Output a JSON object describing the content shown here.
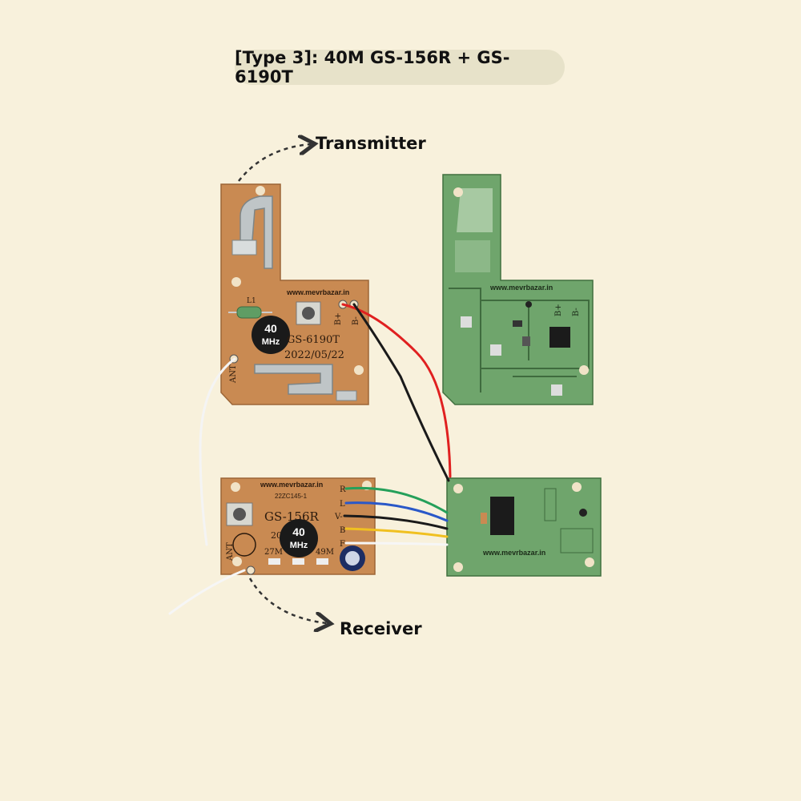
{
  "title": "[Type 3]: 40M GS-156R + GS-6190T",
  "labels": {
    "transmitter": "Transmitter",
    "receiver": "Receiver"
  },
  "transmitter_board": {
    "watermark": "www.mevrbazar.in",
    "inductor": "L1",
    "crystal_freq": "40",
    "crystal_unit": "MHz",
    "model": "GS-6190T",
    "date": "2022/05/22",
    "antenna_pad": "ANT",
    "pad_b_plus": "B+",
    "pad_b_minus": "B-"
  },
  "receiver_board": {
    "watermark": "www.mevrbazar.in",
    "code": "22ZC145-1",
    "model": "GS-156R",
    "year_partial": "201",
    "crystal_freq": "40",
    "crystal_unit": "MHz",
    "freq_left": "27M",
    "freq_right": "49M",
    "antenna_pad": "ANT",
    "pads": [
      "R",
      "L",
      "V-",
      "B",
      "F"
    ]
  },
  "colors": {
    "background": "#f8f1dc",
    "title_pill": "#e7e2c9",
    "pcb_brown": "#c98a52",
    "pcb_green": "#6fa56c"
  }
}
